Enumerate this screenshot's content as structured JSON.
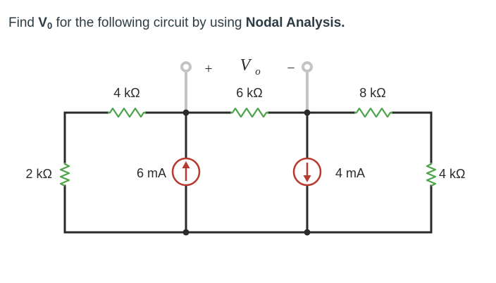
{
  "question": {
    "prefix": "Find ",
    "variable": "V",
    "variable_subscript": "0",
    "middle": " for the following circuit by using ",
    "method": "Nodal Analysis."
  },
  "circuit": {
    "output": {
      "symbol": "V",
      "subscript": "o",
      "plus": "+",
      "minus": "−"
    },
    "resistors": {
      "left_vertical": "2 kΩ",
      "top_left": "4 kΩ",
      "top_middle": "6 kΩ",
      "top_right": "8 kΩ",
      "right_vertical": "4 kΩ"
    },
    "sources": {
      "left": {
        "label": "6 mA",
        "direction": "up"
      },
      "right": {
        "label": "4 mA",
        "direction": "down"
      }
    },
    "colors": {
      "wire": "#2a2a2a",
      "resistor": "#4ca34a",
      "source": "#b83a2e",
      "probe": "#c4c4c4"
    }
  }
}
